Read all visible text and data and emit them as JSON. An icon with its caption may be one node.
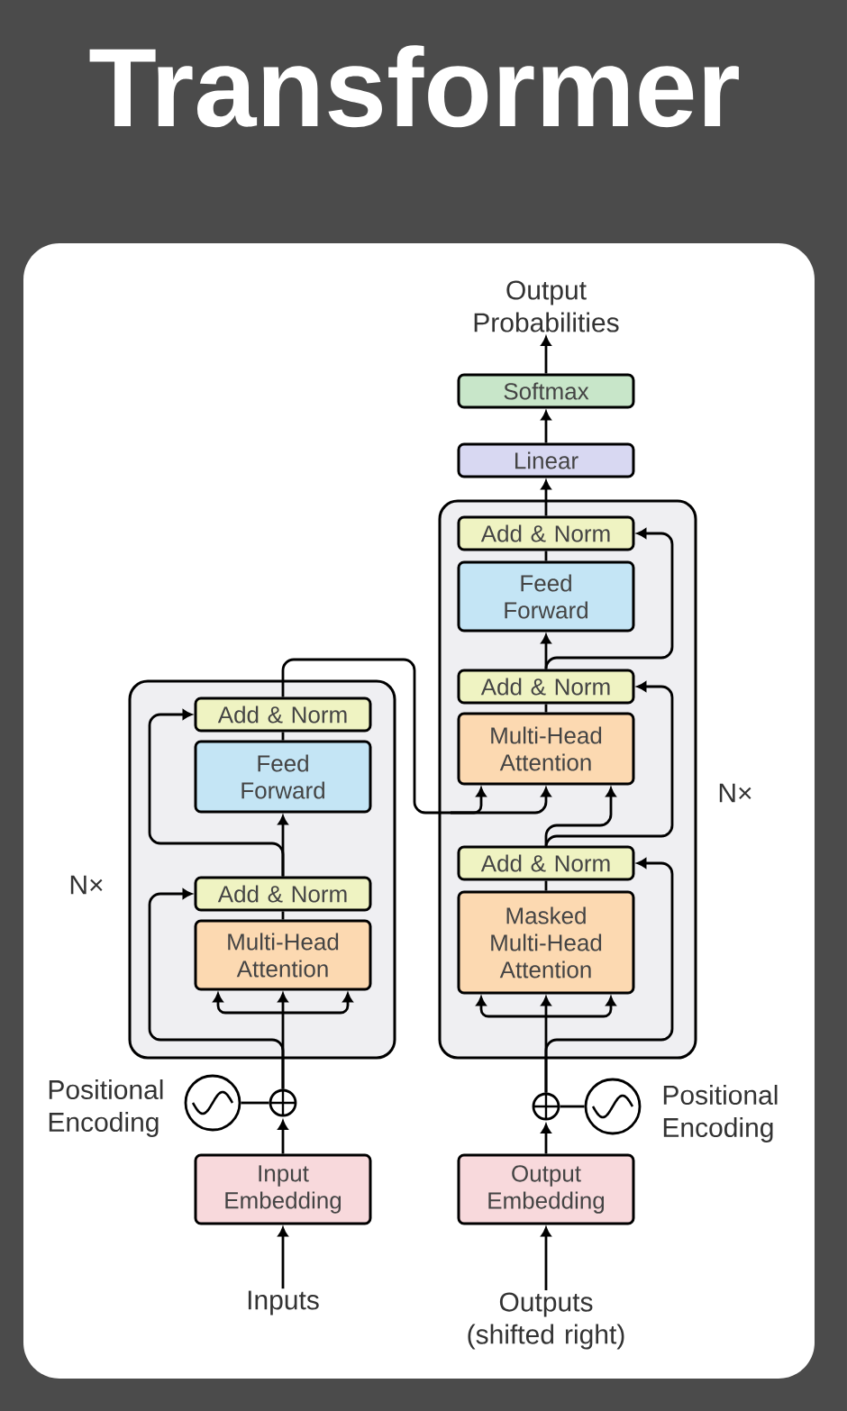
{
  "diagram": {
    "title": "Transformer",
    "nodes": [
      {
        "text": [
          "Output Probabilities"
        ]
      },
      {
        "text": [
          "Softmax"
        ]
      },
      {
        "text": [
          "Linear"
        ]
      },
      {
        "text": [],
        "shape": "box",
        "beside": [
          "N×"
        ]
      },
      {
        "text": [
          "Add & Norm"
        ],
        "in": 3
      },
      {
        "text": [
          "Feed Forward"
        ],
        "in": 3
      },
      {
        "text": [
          "Add & Norm"
        ],
        "in": 3
      },
      {
        "text": [
          "Multi-Head Attention"
        ],
        "in": 3
      },
      {
        "text": [
          "Add & Norm"
        ],
        "in": 3
      },
      {
        "text": [
          "Masked Multi-Head Attention"
        ],
        "in": 3
      },
      {
        "text": [],
        "shape": "box",
        "beside": [
          "N×"
        ]
      },
      {
        "text": [
          "Add & Norm"
        ],
        "in": 10
      },
      {
        "text": [
          "Feed Forward"
        ],
        "in": 10
      },
      {
        "text": [
          "Add & Norm"
        ],
        "in": 10
      },
      {
        "text": [
          "Multi-Head Attention"
        ],
        "in": 10
      },
      {
        "text": [],
        "shape": "circle",
        "beside": [
          "Positional Encoding"
        ]
      },
      {
        "text": [],
        "shape": "circle"
      },
      {
        "text": [
          "Input Embedding"
        ]
      },
      {
        "text": [
          "Inputs"
        ]
      },
      {
        "text": [],
        "shape": "circle",
        "beside": [
          "Positional Encoding"
        ]
      },
      {
        "text": [],
        "shape": "circle"
      },
      {
        "text": [
          "Output Embedding"
        ]
      },
      {
        "text": [
          "Outputs (shifted right)"
        ]
      }
    ],
    "edges": [
      {
        "from": 1,
        "to": 0,
        "arrow": "to"
      },
      {
        "from": 2,
        "to": 1,
        "arrow": "to"
      },
      {
        "from": 4,
        "to": 2,
        "arrow": "to"
      },
      {
        "from": 5,
        "to": 4,
        "arrow": "none"
      },
      {
        "from": 6,
        "to": 5,
        "arrow": "to"
      },
      {
        "from": 6,
        "to": 4,
        "arrow": "to"
      },
      {
        "from": 7,
        "to": 6,
        "arrow": "none"
      },
      {
        "from": 8,
        "to": 7,
        "arrow": "to"
      },
      {
        "from": 8,
        "to": 6,
        "arrow": "to"
      },
      {
        "from": 9,
        "to": 8,
        "arrow": "none"
      },
      {
        "from": 20,
        "to": 9,
        "arrow": "to"
      },
      {
        "from": 20,
        "to": 8,
        "arrow": "to"
      },
      {
        "from": 21,
        "to": 20,
        "arrow": "to"
      },
      {
        "from": 19,
        "to": 20,
        "arrow": "none"
      },
      {
        "from": 22,
        "to": 21,
        "arrow": "to"
      },
      {
        "from": 11,
        "to": 7,
        "arrow": "to"
      },
      {
        "from": 12,
        "to": 11,
        "arrow": "none"
      },
      {
        "from": 13,
        "to": 12,
        "arrow": "to"
      },
      {
        "from": 13,
        "to": 11,
        "arrow": "to"
      },
      {
        "from": 14,
        "to": 13,
        "arrow": "none"
      },
      {
        "from": 16,
        "to": 14,
        "arrow": "to"
      },
      {
        "from": 16,
        "to": 13,
        "arrow": "to"
      },
      {
        "from": 17,
        "to": 16,
        "arrow": "to"
      },
      {
        "from": 15,
        "to": 16,
        "arrow": "none"
      },
      {
        "from": 18,
        "to": 17,
        "arrow": "to"
      }
    ]
  }
}
